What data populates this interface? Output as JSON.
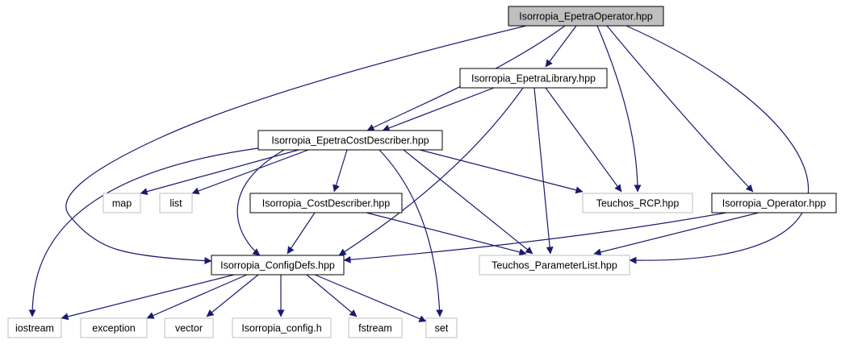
{
  "colors": {
    "edge": "#191970",
    "root_fill": "#bfbfbf",
    "local_border": "#000000",
    "system_border": "#bfbfbf",
    "text": "#000000"
  },
  "nodes": [
    {
      "id": "n0",
      "label": "Isorropia_EpetraOperator.hpp",
      "kind": "root"
    },
    {
      "id": "n1",
      "label": "Isorropia_EpetraLibrary.hpp",
      "kind": "local"
    },
    {
      "id": "n2",
      "label": "Isorropia_EpetraCostDescriber.hpp",
      "kind": "local"
    },
    {
      "id": "n3",
      "label": "map",
      "kind": "system"
    },
    {
      "id": "n4",
      "label": "list",
      "kind": "system"
    },
    {
      "id": "n5",
      "label": "Isorropia_CostDescriber.hpp",
      "kind": "local"
    },
    {
      "id": "n6",
      "label": "Teuchos_RCP.hpp",
      "kind": "system"
    },
    {
      "id": "n7",
      "label": "Isorropia_Operator.hpp",
      "kind": "local"
    },
    {
      "id": "n8",
      "label": "Isorropia_ConfigDefs.hpp",
      "kind": "local"
    },
    {
      "id": "n9",
      "label": "Teuchos_ParameterList.hpp",
      "kind": "system"
    },
    {
      "id": "n10",
      "label": "iostream",
      "kind": "system"
    },
    {
      "id": "n11",
      "label": "exception",
      "kind": "system"
    },
    {
      "id": "n12",
      "label": "vector",
      "kind": "system"
    },
    {
      "id": "n13",
      "label": "Isorropia_config.h",
      "kind": "system"
    },
    {
      "id": "n14",
      "label": "fstream",
      "kind": "system"
    },
    {
      "id": "n15",
      "label": "set",
      "kind": "system"
    }
  ],
  "edges": [
    {
      "from": "n0",
      "to": "n1"
    },
    {
      "from": "n0",
      "to": "n2"
    },
    {
      "from": "n0",
      "to": "n8"
    },
    {
      "from": "n0",
      "to": "n6"
    },
    {
      "from": "n0",
      "to": "n7"
    },
    {
      "from": "n0",
      "to": "n9"
    },
    {
      "from": "n1",
      "to": "n2"
    },
    {
      "from": "n1",
      "to": "n8"
    },
    {
      "from": "n1",
      "to": "n6"
    },
    {
      "from": "n1",
      "to": "n9"
    },
    {
      "from": "n2",
      "to": "n10"
    },
    {
      "from": "n2",
      "to": "n3"
    },
    {
      "from": "n2",
      "to": "n4"
    },
    {
      "from": "n2",
      "to": "n8"
    },
    {
      "from": "n2",
      "to": "n5"
    },
    {
      "from": "n2",
      "to": "n6"
    },
    {
      "from": "n2",
      "to": "n9"
    },
    {
      "from": "n2",
      "to": "n15"
    },
    {
      "from": "n5",
      "to": "n8"
    },
    {
      "from": "n5",
      "to": "n9"
    },
    {
      "from": "n7",
      "to": "n8"
    },
    {
      "from": "n7",
      "to": "n9"
    },
    {
      "from": "n8",
      "to": "n10"
    },
    {
      "from": "n8",
      "to": "n11"
    },
    {
      "from": "n8",
      "to": "n12"
    },
    {
      "from": "n8",
      "to": "n13"
    },
    {
      "from": "n8",
      "to": "n14"
    },
    {
      "from": "n8",
      "to": "n15"
    }
  ]
}
